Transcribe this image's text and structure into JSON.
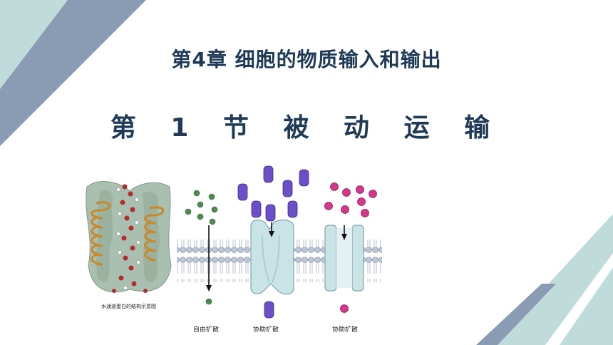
{
  "slide": {
    "chapter_title": "第4章  细胞的物质输入和输出",
    "section_title": "第 1 节   被 动 运 输"
  },
  "figure": {
    "caption_aquaporin": "水通道蛋白的结构示意图",
    "caption_free_diffusion": "自由扩散",
    "caption_carrier_facilitated": "协助扩散",
    "caption_channel_facilitated": "协助扩散"
  },
  "colors": {
    "title": "#1f3a57",
    "deco_dark": "#8a9bb4",
    "deco_light": "#bfdcda",
    "membrane_head": "#bcc6d6",
    "carrier_protein": "#c9e3e6",
    "green_molecule": "#4f8a4f",
    "purple_molecule": "#6b4fc8",
    "pink_molecule": "#d6378a"
  }
}
